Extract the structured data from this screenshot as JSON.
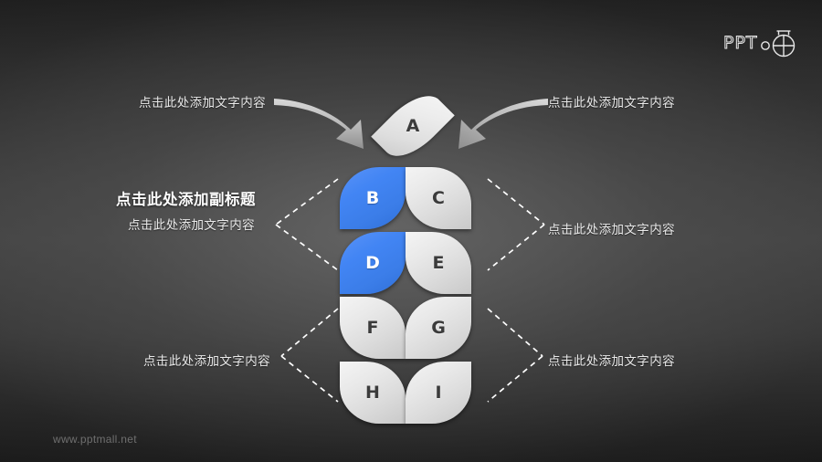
{
  "slide": {
    "background_dark": "#2c2c2c",
    "accent_blue": "#4285f4",
    "petal_gray": "#e6e6e6"
  },
  "logo": {
    "text": "PPT",
    "mark_name": "pptmall-circle-mark"
  },
  "footer": {
    "url": "www.pptmall.net"
  },
  "subtitle": {
    "title": "点击此处添加副标题",
    "body": "点击此处添加文字内容"
  },
  "callouts": {
    "top_left": "点击此处添加文字内容",
    "top_right": "点击此处添加文字内容",
    "mid_right": "点击此处添加文字内容",
    "bottom_left": "点击此处添加文字内容",
    "bottom_right": "点击此处添加文字内容"
  },
  "petals": {
    "a": {
      "label": "A",
      "color": "gray"
    },
    "b": {
      "label": "B",
      "color": "blue"
    },
    "c": {
      "label": "C",
      "color": "gray"
    },
    "d": {
      "label": "D",
      "color": "blue"
    },
    "e": {
      "label": "E",
      "color": "gray"
    },
    "f": {
      "label": "F",
      "color": "gray"
    },
    "g": {
      "label": "G",
      "color": "gray"
    },
    "h": {
      "label": "H",
      "color": "gray"
    },
    "i": {
      "label": "I",
      "color": "gray"
    }
  }
}
